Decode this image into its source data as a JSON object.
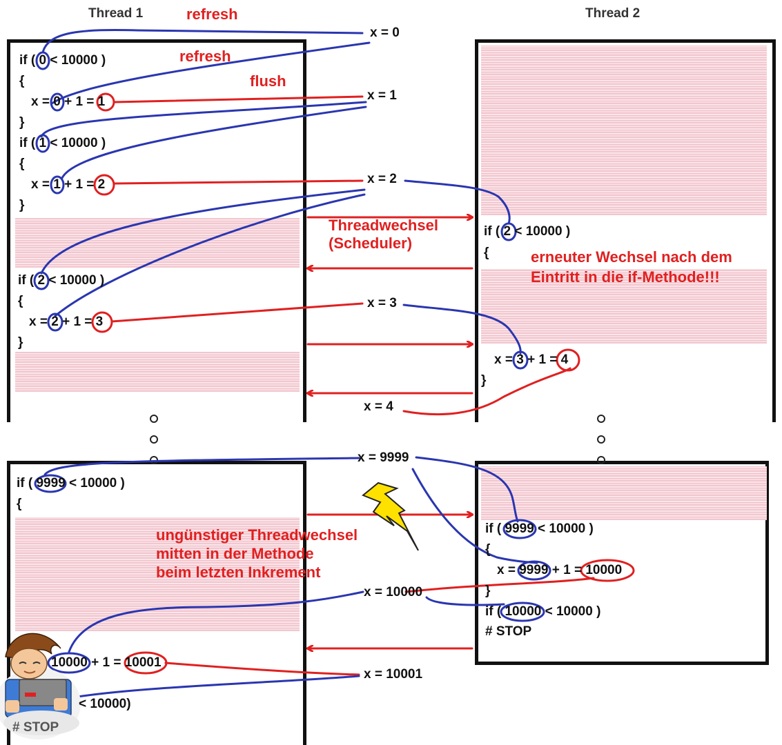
{
  "thread1": {
    "title": "Thread 1"
  },
  "thread2": {
    "title": "Thread 2"
  },
  "labels": {
    "refresh1": "refresh",
    "refresh2": "refresh",
    "flush": "flush",
    "scheduler": "Threadwechsel\n(Scheduler)",
    "wechsel": "erneuter Wechsel nach dem\nEintritt in die if-Methode!!!",
    "unguenstig": "ungünstiger Threadwechsel\nmitten in der Methode\nbeim letzten Inkrement"
  },
  "vars": {
    "x0": "x = 0",
    "x1": "x = 1",
    "x2": "x = 2",
    "x3": "x = 3",
    "x4": "x = 4",
    "x9999": "x = 9999",
    "x10000": "x = 10000",
    "x10001": "x = 10001"
  },
  "code_t1": {
    "if0": "if ( 0 < 10000 )",
    "ob1": "{",
    "inc0": "x = 0 + 1 = 1",
    "cb1": "}",
    "if1": "if ( 1 < 10000 )",
    "ob2": "{",
    "inc1": "x = 1 + 1 = 2",
    "cb2": "}",
    "if2": "if ( 2 < 10000 )",
    "ob3": "{",
    "inc2": "x = 2 + 1 = 3",
    "cb3": "}",
    "if9999": "if ( 9999 < 10000 )",
    "ob4": "{",
    "inc10000": "10000 + 1 = 10001",
    "if10001_tail": "< 10000)",
    "stop": "# STOP"
  },
  "code_t2": {
    "if2": "if ( 2 < 10000 )",
    "ob1": "{",
    "inc3": "x = 3 + 1 = 4",
    "cb1": "}",
    "if9999": "if ( 9999 < 10000 )",
    "ob2": "{",
    "inc9999": "x = 9999 + 1 = 10000",
    "cb2": "}",
    "if10000": "if ( 10000 < 10000 )",
    "stop": "# STOP"
  },
  "colors": {
    "red": "#e02020",
    "blue": "#2a36b0",
    "hatch": "#f2c7cf",
    "frame": "#111111"
  },
  "icons": {
    "lightning": "lightning-bolt-icon",
    "mascot": "programmer-mascot-icon"
  }
}
